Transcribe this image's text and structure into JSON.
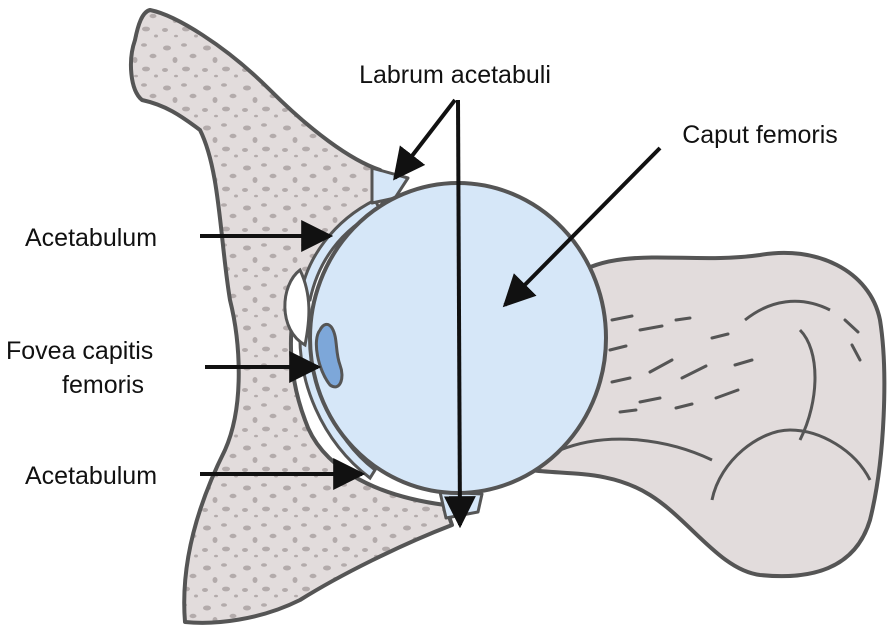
{
  "labels": {
    "labrum": "Labrum acetabuli",
    "caput": "Caput femoris",
    "acetabulum_top": "Acetabulum",
    "fovea_line1": "Fovea capitis",
    "fovea_line2": "femoris",
    "acetabulum_bottom": "Acetabulum"
  },
  "colors": {
    "bone_fill": "#e2dcdc",
    "bone_dots": "#b3abab",
    "cartilage_fill": "#d6e7f8",
    "outline": "#555555",
    "fovea_fill": "#7da7d9",
    "arrow": "#111111"
  }
}
